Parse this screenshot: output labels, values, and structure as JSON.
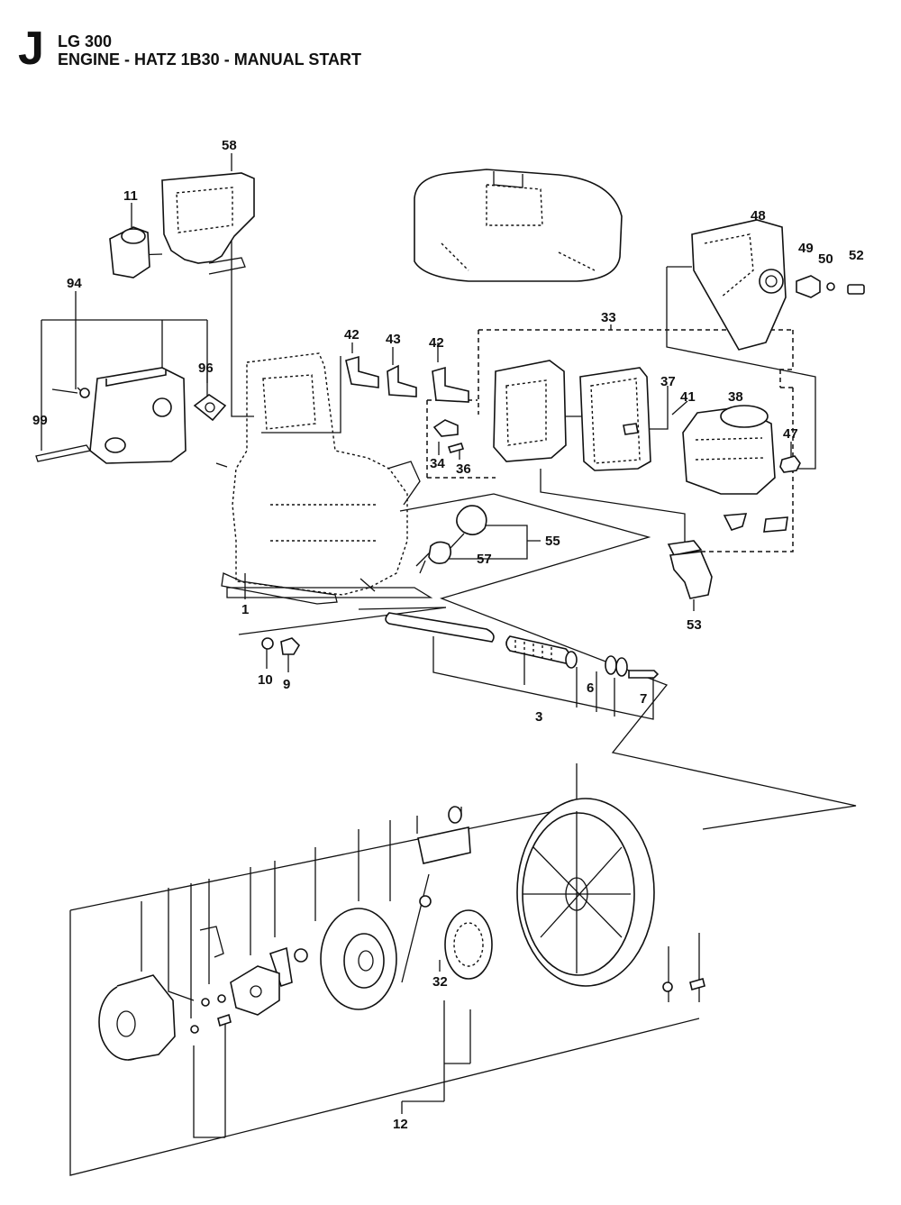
{
  "header": {
    "section": "J",
    "model": "LG 300",
    "title": "ENGINE - HATZ 1B30 - MANUAL START"
  },
  "callouts": [
    {
      "id": "c58",
      "text": "58"
    },
    {
      "id": "c11",
      "text": "11"
    },
    {
      "id": "c48",
      "text": "48"
    },
    {
      "id": "c49",
      "text": "49"
    },
    {
      "id": "c50",
      "text": "50"
    },
    {
      "id": "c52",
      "text": "52"
    },
    {
      "id": "c94",
      "text": "94"
    },
    {
      "id": "c33",
      "text": "33"
    },
    {
      "id": "c42a",
      "text": "42"
    },
    {
      "id": "c43",
      "text": "43"
    },
    {
      "id": "c42b",
      "text": "42"
    },
    {
      "id": "c96",
      "text": "96"
    },
    {
      "id": "c37",
      "text": "37"
    },
    {
      "id": "c41",
      "text": "41"
    },
    {
      "id": "c38",
      "text": "38"
    },
    {
      "id": "c99",
      "text": "99"
    },
    {
      "id": "c47",
      "text": "47"
    },
    {
      "id": "c34",
      "text": "34"
    },
    {
      "id": "c36",
      "text": "36"
    },
    {
      "id": "c55",
      "text": "55"
    },
    {
      "id": "c57",
      "text": "57"
    },
    {
      "id": "c1",
      "text": "1"
    },
    {
      "id": "c53",
      "text": "53"
    },
    {
      "id": "c10",
      "text": "10"
    },
    {
      "id": "c9",
      "text": "9"
    },
    {
      "id": "c6",
      "text": "6"
    },
    {
      "id": "c7",
      "text": "7"
    },
    {
      "id": "c3",
      "text": "3"
    },
    {
      "id": "c32",
      "text": "32"
    },
    {
      "id": "c12",
      "text": "12"
    }
  ]
}
